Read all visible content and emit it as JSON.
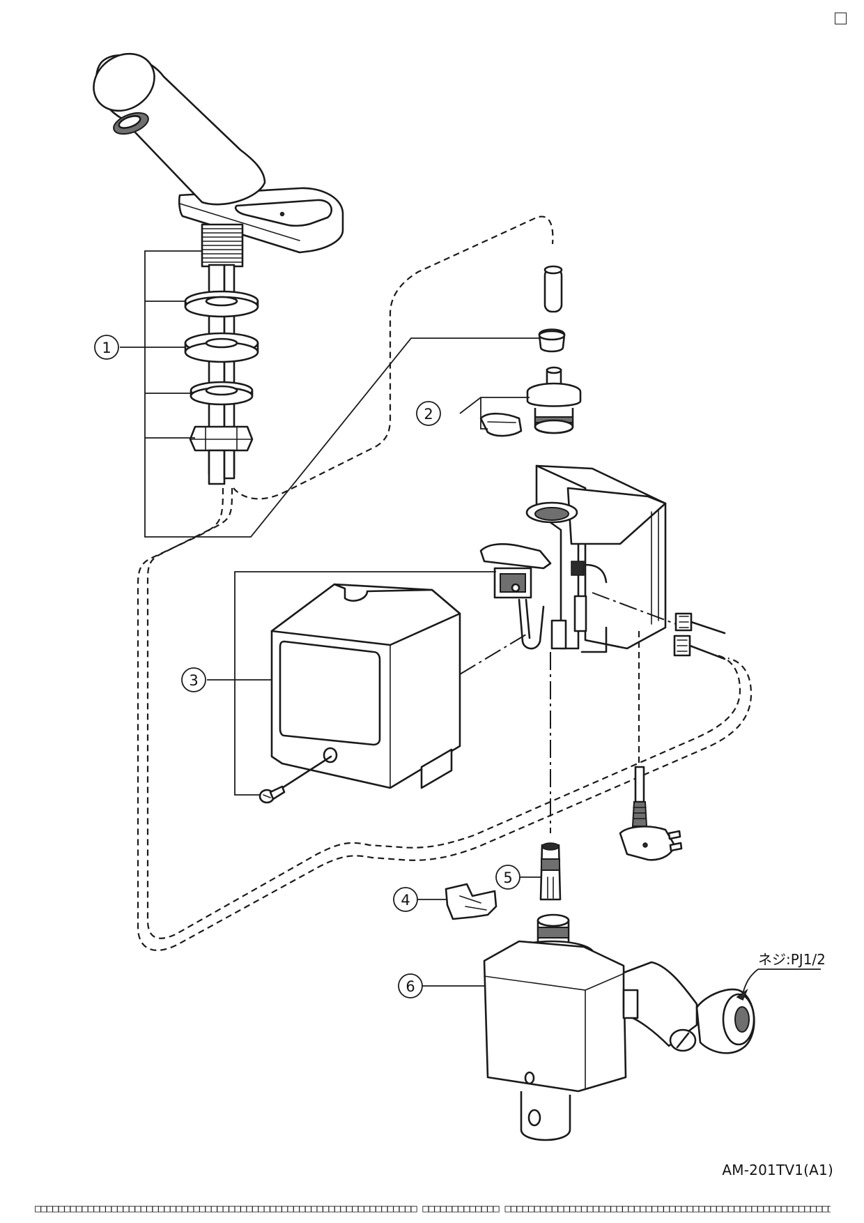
{
  "corner_marker": "□",
  "callouts": [
    "1",
    "2",
    "3",
    "4",
    "5",
    "6"
  ],
  "thread_note": "ネジ:PJ1/2",
  "model_code": "AM-201TV1(A1)",
  "footer_text": "□□□□□□□□□□□□□□□□□□□□□□□□□□□□□□□□□□□□□□□□□□□□□□□□□□□□□□□□□□□□□□□□□ □□□□□□□□□□□□□ □□□□□□□□□□□□□□□□□□□□□□□□□□□□□□□□□□□□□□□□□□□□□□□□□□□□□□□□□□□□□□□□□"
}
